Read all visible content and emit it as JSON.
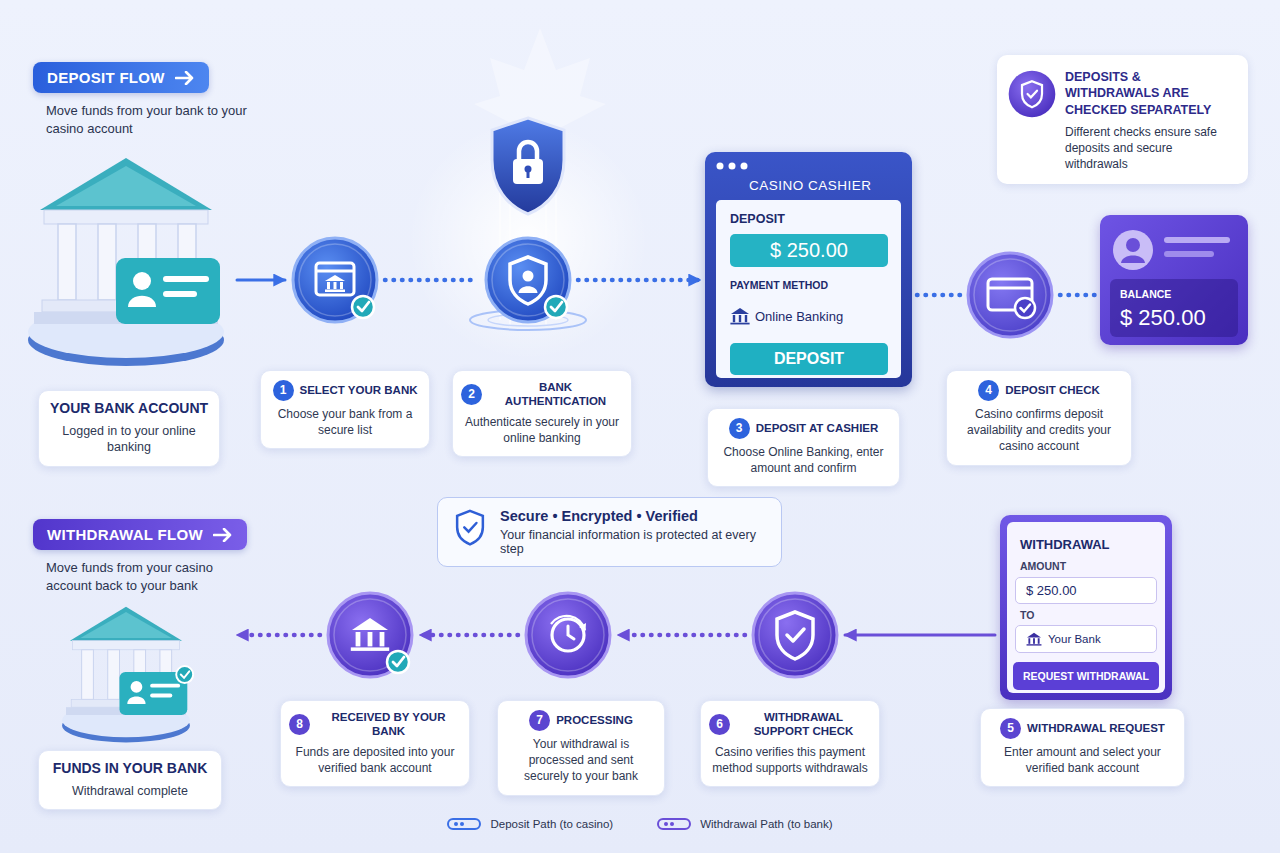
{
  "diagram": {
    "nodes": [
      {
        "text": [
          "DEPOSIT FLOW",
          "Move funds from your bank to your casino account"
        ]
      },
      {
        "text": [
          "DEPOSITS & WITHDRAWALS ARE CHECKED SEPARATELY",
          "Different checks ensure safe deposits and secure withdrawals"
        ]
      },
      {
        "text": [
          "YOUR BANK ACCOUNT",
          "Logged in to your online banking"
        ]
      },
      {
        "text": [
          "1",
          "SELECT YOUR BANK",
          "Choose your bank from a secure list"
        ]
      },
      {
        "text": [
          "2",
          "BANK AUTHENTICATION",
          "Authenticate securely in your online banking"
        ]
      },
      {
        "text": [
          "CASINO CASHIER",
          "DEPOSIT",
          "PAYMENT METHOD",
          "Online Banking",
          "3",
          "DEPOSIT AT CASHIER",
          "Choose Online Banking, enter amount and confirm"
        ]
      },
      {
        "text": [
          "$ 250.00"
        ],
        "in": 5
      },
      {
        "text": [
          "DEPOSIT"
        ],
        "in": 5
      },
      {
        "text": [
          "4",
          "DEPOSIT CHECK",
          "Casino confirms deposit availability and credits your casino account"
        ]
      },
      {
        "text": [
          "BALANCE",
          "$ 250.00"
        ]
      },
      {
        "text": [
          "WITHDRAWAL FLOW",
          "Move funds from your casino account back to your bank"
        ]
      },
      {
        "text": [
          "Secure • Encrypted • Verified",
          "Your financial information is protected at every step"
        ]
      },
      {
        "text": [
          "WITHDRAWAL",
          "AMOUNT",
          "TO",
          "5",
          "WITHDRAWAL REQUEST",
          "Enter amount and select your verified bank account"
        ]
      },
      {
        "text": [
          "$ 250.00"
        ],
        "in": 12
      },
      {
        "text": [
          "Your Bank"
        ],
        "in": 12
      },
      {
        "text": [
          "REQUEST WITHDRAWAL"
        ],
        "in": 12
      },
      {
        "text": [
          "6",
          "WITHDRAWAL SUPPORT CHECK",
          "Casino verifies this payment method supports withdrawals"
        ]
      },
      {
        "text": [
          "7",
          "PROCESSING",
          "Your withdrawal is processed and sent securely to your bank"
        ]
      },
      {
        "text": [
          "8",
          "RECEIVED BY YOUR BANK",
          "Funds are deposited into your verified bank account"
        ]
      },
      {
        "text": [
          "FUNDS IN YOUR BANK",
          "Withdrawal complete"
        ]
      }
    ],
    "edges": [
      {
        "from": 2,
        "to": 3,
        "arrow": "to"
      },
      {
        "from": 3,
        "to": 4,
        "arrow": "none"
      },
      {
        "from": 4,
        "to": 5,
        "arrow": "to"
      },
      {
        "from": 5,
        "to": 8,
        "arrow": "none"
      },
      {
        "from": 8,
        "to": 9,
        "arrow": "none"
      },
      {
        "from": 12,
        "to": 16,
        "arrow": "to"
      },
      {
        "from": 16,
        "to": 17,
        "arrow": "to"
      },
      {
        "from": 17,
        "to": 18,
        "arrow": "to"
      },
      {
        "from": 18,
        "to": 19,
        "arrow": "to"
      }
    ],
    "legend": [
      {
        "text": "Deposit Path (to casino)"
      },
      {
        "text": "Withdrawal Path (to bank)"
      }
    ]
  }
}
